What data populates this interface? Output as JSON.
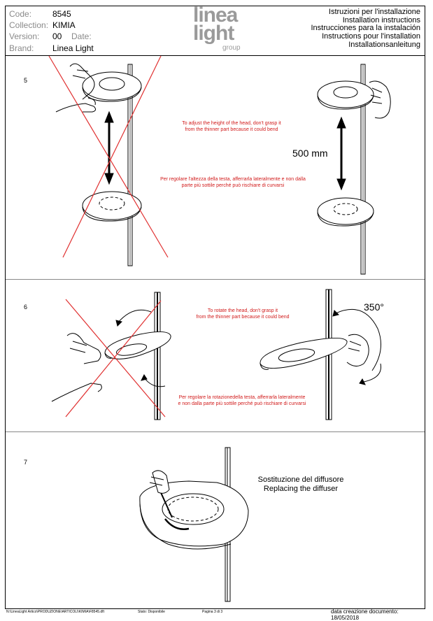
{
  "header": {
    "labels": {
      "code": "Code:",
      "collection": "Collection:",
      "version": "Version:",
      "date": "Date:",
      "brand": "Brand:"
    },
    "code": "8545",
    "collection": "KIMIA",
    "version": "00",
    "date": "",
    "brand": "Linea Light",
    "logo": {
      "line1": "linea",
      "line2": "light",
      "line3": "group"
    },
    "instructions": [
      "Istruzioni per l'installazione",
      "Installation instructions",
      "Instrucciones para la instalación",
      "Instructions pour l'installation",
      "Installationsanleitung"
    ]
  },
  "steps": [
    {
      "number": "5",
      "note_en": [
        "To adjust the height of the head, don't grasp it",
        "from the thinner part because it could bend"
      ],
      "note_it": [
        "Per regolare l'altezza della testa, afferrarla lateralmente e non dalla",
        "parte più sottile perché può rischiare di curvarsi"
      ],
      "dimension": "500 mm"
    },
    {
      "number": "6",
      "note_en": [
        "To rotate the head, don't grasp it",
        "from the thinner part because it could bend"
      ],
      "note_it": [
        "Per regolare la rotazionedella testa, afferrarla lateralmente",
        "e non dalla parte più sottile perché può rischiare di curvarsi"
      ],
      "angle": "350°"
    },
    {
      "number": "7",
      "caption": [
        "Sostituzione del diffusore",
        "Replacing the diffuser"
      ]
    }
  ],
  "footer": {
    "path": "N:\\LineaLight Artico\\PRODUZIONE\\ARTICOLI\\KIMIA\\F8545.dft",
    "status": "Stato: Disponibile",
    "page": "Pagina 3 di 3",
    "created": "data creazione documento: 18/05/2018"
  },
  "colors": {
    "warning": "#d11a1a",
    "cross": "#e03030"
  }
}
